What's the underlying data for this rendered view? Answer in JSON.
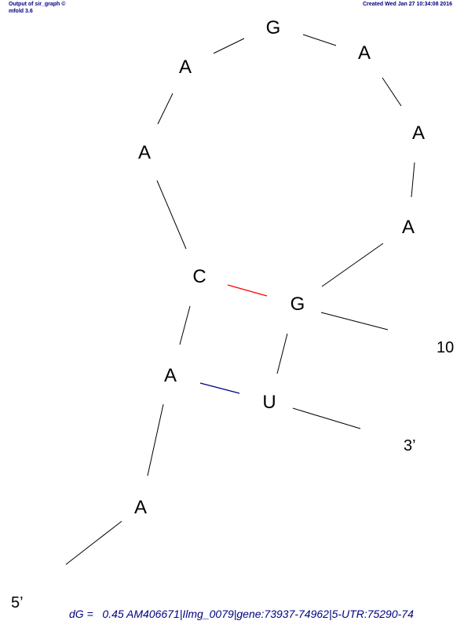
{
  "header": {
    "program_line1": "Output of sir_graph ©",
    "program_line2": "mfold 3.6",
    "created": "Created Wed Jan 27 10:34:08 2016"
  },
  "structure": {
    "nucleotides": [
      "A",
      "A",
      "C",
      "A",
      "A",
      "G",
      "A",
      "A",
      "A",
      "G",
      "U"
    ],
    "pairs": [
      {
        "from": "C",
        "to": "G",
        "color": "#ff0000"
      },
      {
        "from": "A",
        "to": "U",
        "color": "#000080"
      }
    ],
    "five_prime_label": "5’",
    "three_prime_label": "3’",
    "index_label": "10"
  },
  "footer": {
    "energy_text": "dG =   0.45 AM406671|Ilmg_0079|gene:73937-74962|5-UTR:75290-74"
  }
}
